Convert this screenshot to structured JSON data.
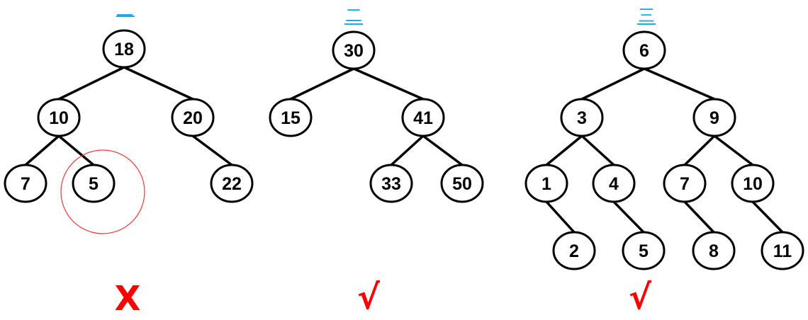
{
  "colors": {
    "edge": "#000000",
    "node_fill": "#ffffff",
    "node_stroke": "#000000",
    "title": "#1fa9e8",
    "verdict": "#ff0000",
    "highlight": "#e83a3a"
  },
  "trees": [
    {
      "title": "一",
      "verdict": "X",
      "nodes": [
        "18",
        "10",
        "20",
        "7",
        "5",
        "22"
      ],
      "edges": [
        [
          "18",
          "10"
        ],
        [
          "18",
          "20"
        ],
        [
          "10",
          "7"
        ],
        [
          "10",
          "5"
        ],
        [
          "20",
          "22"
        ]
      ],
      "highlighted": "5"
    },
    {
      "title": "二",
      "verdict": "√",
      "nodes": [
        "30",
        "15",
        "41",
        "33",
        "50"
      ],
      "edges": [
        [
          "30",
          "15"
        ],
        [
          "30",
          "41"
        ],
        [
          "41",
          "33"
        ],
        [
          "41",
          "50"
        ]
      ]
    },
    {
      "title": "三",
      "verdict": "√",
      "nodes": [
        "6",
        "3",
        "9",
        "1",
        "4",
        "7",
        "10",
        "2",
        "5",
        "8",
        "11"
      ],
      "edges": [
        [
          "6",
          "3"
        ],
        [
          "6",
          "9"
        ],
        [
          "3",
          "1"
        ],
        [
          "3",
          "4"
        ],
        [
          "9",
          "7"
        ],
        [
          "9",
          "10"
        ],
        [
          "1",
          "2"
        ],
        [
          "4",
          "5"
        ],
        [
          "7",
          "8"
        ],
        [
          "10",
          "11"
        ]
      ]
    }
  ]
}
